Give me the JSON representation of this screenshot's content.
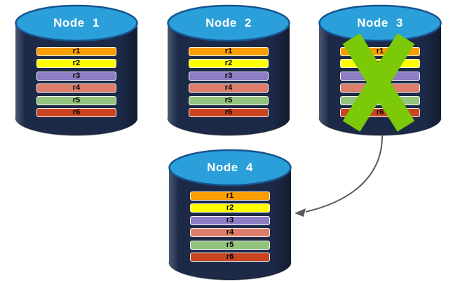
{
  "diagram": {
    "description": "Database replication diagram: replicas r1-r6 on four nodes; Node 3 has failed (green X) and its data is re-replicated to Node 4 (arrow).",
    "colors": {
      "background": "#FFFFFF",
      "cylinder_body": "#1C2A48",
      "cylinder_top_fill": "#2B9FD9",
      "cylinder_top_stroke": "#17548F",
      "bar_border": "#FFFFFF",
      "bar_text": "#000000",
      "title_text": "#FFFFFF",
      "failure_x": "#7CC908",
      "arrow": "#595959"
    },
    "nodes": [
      {
        "title": "Node 1",
        "failed": false,
        "rows": [
          {
            "label": "r1",
            "color": "#FA9D00"
          },
          {
            "label": "r2",
            "color": "#FFFF00"
          },
          {
            "label": "r3",
            "color": "#8C7DC4"
          },
          {
            "label": "r4",
            "color": "#DD7E6B"
          },
          {
            "label": "r5",
            "color": "#93C47D"
          },
          {
            "label": "r6",
            "color": "#C94522"
          }
        ]
      },
      {
        "title": "Node 2",
        "failed": false,
        "rows": [
          {
            "label": "r1",
            "color": "#FA9D00"
          },
          {
            "label": "r2",
            "color": "#FFFF00"
          },
          {
            "label": "r3",
            "color": "#8C7DC4"
          },
          {
            "label": "r4",
            "color": "#DD7E6B"
          },
          {
            "label": "r5",
            "color": "#93C47D"
          },
          {
            "label": "r6",
            "color": "#C94522"
          }
        ]
      },
      {
        "title": "Node 3",
        "failed": true,
        "rows": [
          {
            "label": "r1",
            "color": "#FA9D00"
          },
          {
            "label": "r2",
            "color": "#FFFF00"
          },
          {
            "label": "r3",
            "color": "#8C7DC4"
          },
          {
            "label": "r4",
            "color": "#DD7E6B"
          },
          {
            "label": "r5",
            "color": "#93C47D"
          },
          {
            "label": "r6",
            "color": "#C94522"
          }
        ]
      },
      {
        "title": "Node 4",
        "failed": false,
        "rows": [
          {
            "label": "r1",
            "color": "#FA9D00"
          },
          {
            "label": "r2",
            "color": "#FFFF00"
          },
          {
            "label": "r3",
            "color": "#8C7DC4"
          },
          {
            "label": "r4",
            "color": "#DD7E6B"
          },
          {
            "label": "r5",
            "color": "#93C47D"
          },
          {
            "label": "r6",
            "color": "#C94522"
          }
        ]
      }
    ],
    "failure_icon": "x-cross",
    "arrow_meaning": "data moved from Node 3 to Node 4"
  }
}
